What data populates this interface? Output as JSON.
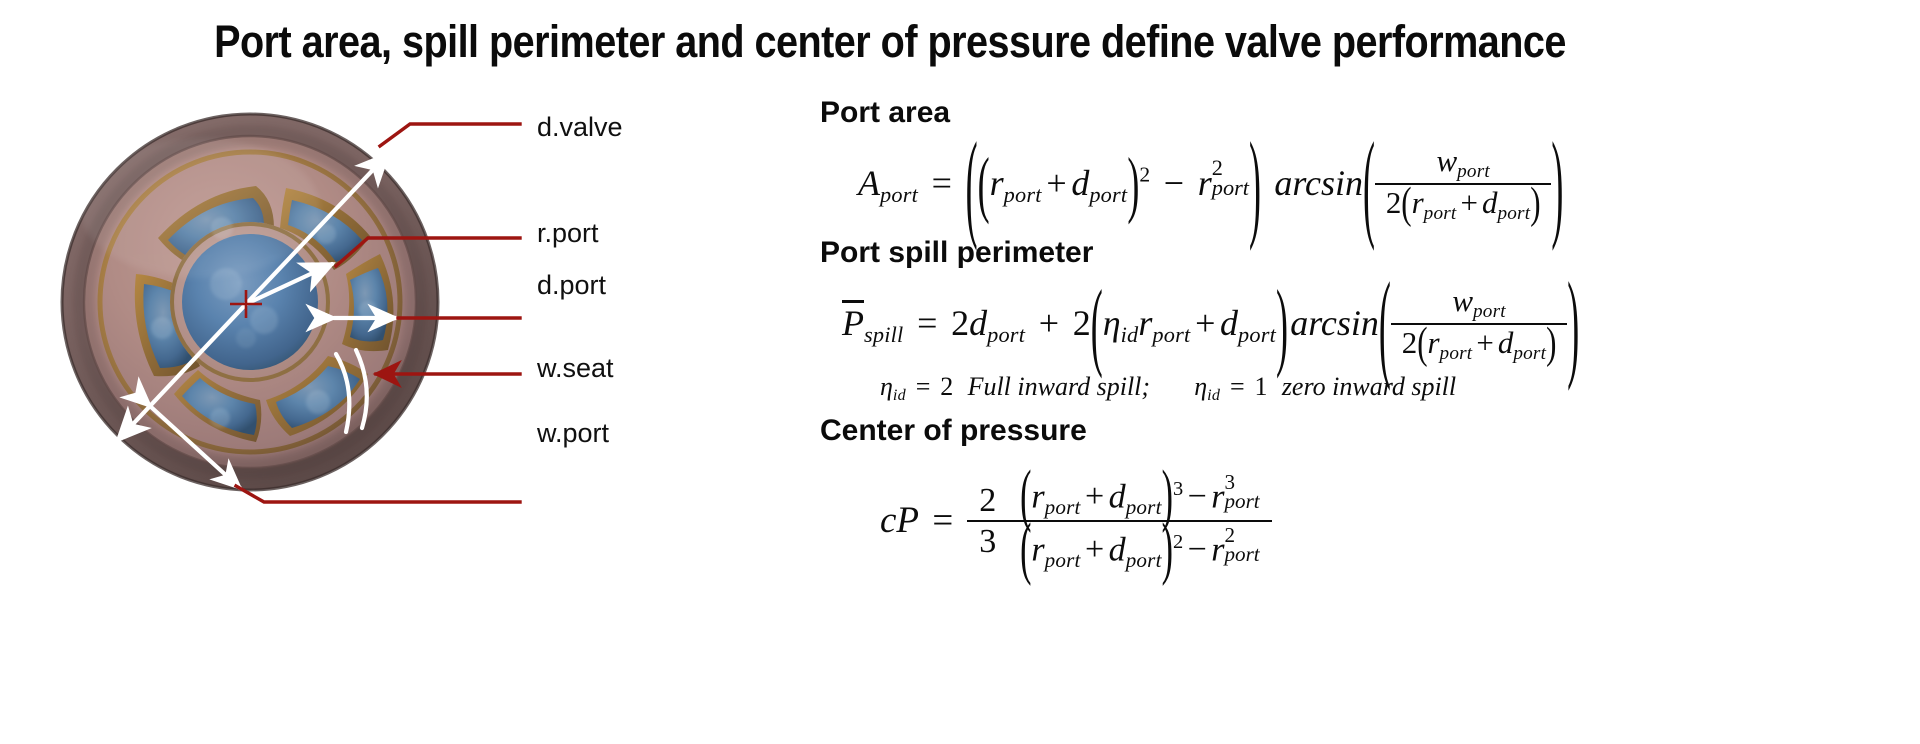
{
  "title": "Port area, spill perimeter and center of pressure define valve performance",
  "figure": {
    "image_description": "photograph of a circular valve plate with ports",
    "labels": [
      {
        "id": "d-valve",
        "text": "d.valve"
      },
      {
        "id": "r-port",
        "text": "r.port"
      },
      {
        "id": "d-port",
        "text": "d.port"
      },
      {
        "id": "w-seat",
        "text": "w.seat"
      },
      {
        "id": "w-port",
        "text": "w.port"
      }
    ],
    "leader_color": "#9d1511",
    "dimension_arrow_color": "#ffffff"
  },
  "sections": [
    {
      "heading": "Port area",
      "equation_text": "A_port = ((r_port + d_port)^2 - r_port^2) arcsin( w_port / (2(r_port + d_port)) )",
      "symbols": {
        "lhs": "A",
        "lhs_sub": "port",
        "eq": "=",
        "r": "r",
        "d": "d",
        "w": "w",
        "sub": "port",
        "exp_outer": "2",
        "exp_r": "2",
        "minus": "−",
        "plus": "+",
        "fn": "arcsin",
        "den_coeff": "2"
      }
    },
    {
      "heading": "Port spill perimeter",
      "equation_text": "P̄_spill = 2d_port + 2(η_id r_port + d_port) arcsin( w_port / (2(r_port + d_port)) )",
      "symbols": {
        "lhs": "P̅",
        "lhs_sub": "spill",
        "eq": "=",
        "two_a": "2",
        "two_b": "2",
        "eta": "η",
        "eta_sub": "id",
        "r": "r",
        "d": "d",
        "w": "w",
        "sub": "port",
        "plus": "+",
        "fn": "arcsin",
        "den_coeff": "2"
      },
      "note": {
        "part1_lhs": "η",
        "part1_sub": "id",
        "part1_eq": "=",
        "part1_val": "2",
        "part1_text": "Full inward spill;",
        "part2_lhs": "η",
        "part2_sub": "id",
        "part2_eq": "=",
        "part2_val": "1",
        "part2_text": "zero inward spill"
      }
    },
    {
      "heading": "Center of pressure",
      "equation_text": "cP = (2/3) * ((r_port + d_port)^3 - r_port^3) / ((r_port + d_port)^2 - r_port^2)",
      "symbols": {
        "lhs": "cP",
        "eq": "=",
        "frac_num": "2",
        "frac_den": "3",
        "r": "r",
        "d": "d",
        "sub": "port",
        "plus": "+",
        "minus": "−",
        "exp_num": "3",
        "exp_den": "2"
      }
    }
  ],
  "colors": {
    "background": "#ffffff",
    "text": "#0b0b0b",
    "leader_red": "#9d1511",
    "arrow_white": "#ffffff"
  }
}
